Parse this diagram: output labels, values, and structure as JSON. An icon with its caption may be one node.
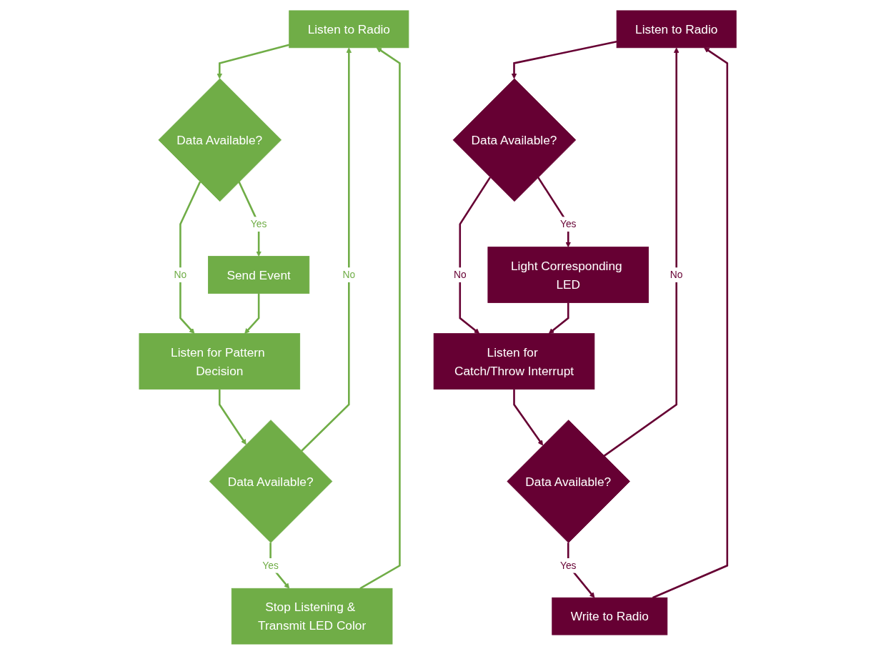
{
  "diagram": {
    "nodes": [
      {
        "text": [
          "Listen to Radio"
        ]
      },
      {
        "text": [
          "Data Available?"
        ]
      },
      {
        "text": [
          "Send Event"
        ]
      },
      {
        "text": [
          "Listen for Pattern Decision"
        ]
      },
      {
        "text": [
          "Data Available?"
        ]
      },
      {
        "text": [
          "Stop Listening & Transmit LED Color"
        ]
      },
      {
        "text": [
          "Listen to Radio"
        ]
      },
      {
        "text": [
          "Data Available?"
        ]
      },
      {
        "text": [
          "Light Corresponding LED"
        ]
      },
      {
        "text": [
          "Listen for Catch/Throw Interrupt"
        ]
      },
      {
        "text": [
          "Data Available?"
        ]
      },
      {
        "text": [
          "Write to Radio"
        ]
      }
    ],
    "edges": [
      {
        "from": 0,
        "to": 1,
        "arrow": "to"
      },
      {
        "from": 1,
        "to": 2,
        "arrow": "to",
        "label": "Yes"
      },
      {
        "from": 1,
        "to": 3,
        "arrow": "to",
        "label": "No"
      },
      {
        "from": 2,
        "to": 3,
        "arrow": "to"
      },
      {
        "from": 3,
        "to": 4,
        "arrow": "to"
      },
      {
        "from": 4,
        "to": 5,
        "arrow": "to",
        "label": "Yes"
      },
      {
        "from": 4,
        "to": 0,
        "arrow": "to",
        "label": "No"
      },
      {
        "from": 5,
        "to": 0,
        "arrow": "to"
      },
      {
        "from": 6,
        "to": 7,
        "arrow": "to",
        "color": "#660033"
      },
      {
        "from": 7,
        "to": 8,
        "arrow": "to",
        "label": "Yes",
        "color": "#660033"
      },
      {
        "from": 7,
        "to": 9,
        "arrow": "to",
        "label": "No",
        "color": "#660033"
      },
      {
        "from": 8,
        "to": 9,
        "arrow": "to",
        "color": "#660033"
      },
      {
        "from": 9,
        "to": 10,
        "arrow": "to",
        "color": "#660033"
      },
      {
        "from": 10,
        "to": 11,
        "arrow": "to",
        "label": "Yes",
        "color": "#660033"
      },
      {
        "from": 10,
        "to": 6,
        "arrow": "to",
        "label": "No",
        "color": "#660033"
      },
      {
        "from": 11,
        "to": 6,
        "arrow": "to",
        "color": "#660033"
      }
    ]
  }
}
